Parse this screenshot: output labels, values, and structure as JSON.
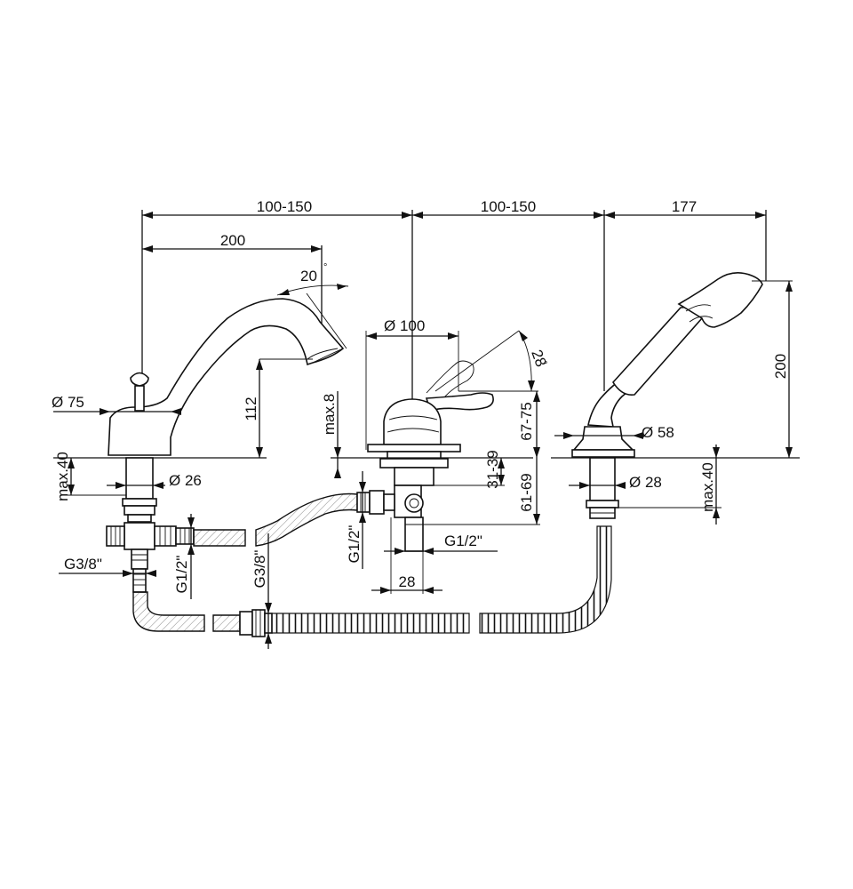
{
  "dims": {
    "top_left": "100-150",
    "top_mid": "100-150",
    "top_right": "177",
    "spout_reach": "200",
    "spout_angle": "20",
    "spout_angle_unit": "°",
    "spout_dia": "Ø 75",
    "spout_height": "112",
    "spout_max_deck": "max.40",
    "spout_shank": "Ø 26",
    "spout_g38": "G3/8\"",
    "spout_g12": "G1/2\"",
    "hose_g38": "G3/8\"",
    "mixer_dia": "Ø 100",
    "mixer_angle": "28",
    "mixer_angle_unit": "°",
    "mixer_max8": "max.8",
    "mixer_67_75": "67-75",
    "mixer_31_39": "31-39",
    "mixer_61_69": "61-69",
    "mixer_g12_left": "G1/2\"",
    "mixer_g12_right": "G1/2\"",
    "mixer_28": "28",
    "shower_height": "200",
    "shower_dia58": "Ø 58",
    "shower_dia28": "Ø 28",
    "shower_max_deck": "max.40"
  }
}
